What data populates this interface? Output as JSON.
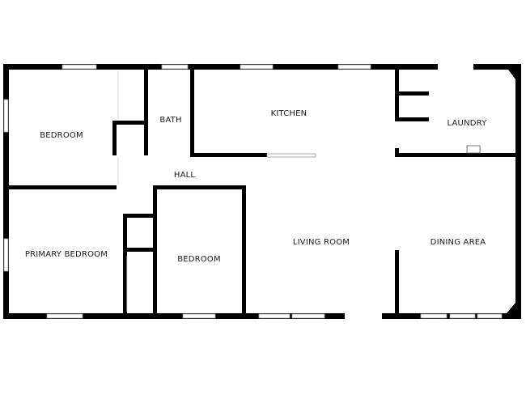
{
  "floor_plan": {
    "rooms": [
      {
        "id": "bedroom-1",
        "label": "BEDROOM"
      },
      {
        "id": "bath",
        "label": "BATH"
      },
      {
        "id": "kitchen",
        "label": "KITCHEN"
      },
      {
        "id": "laundry",
        "label": "LAUNDRY"
      },
      {
        "id": "hall",
        "label": "HALL"
      },
      {
        "id": "primary-bedroom",
        "label": "PRIMARY BEDROOM"
      },
      {
        "id": "bedroom-2",
        "label": "BEDROOM"
      },
      {
        "id": "living-room",
        "label": "LIVING ROOM"
      },
      {
        "id": "dining-area",
        "label": "DINING AREA"
      }
    ],
    "colors": {
      "wall": "#000000",
      "background": "#ffffff",
      "window_frame": "#9a9a9a"
    }
  }
}
